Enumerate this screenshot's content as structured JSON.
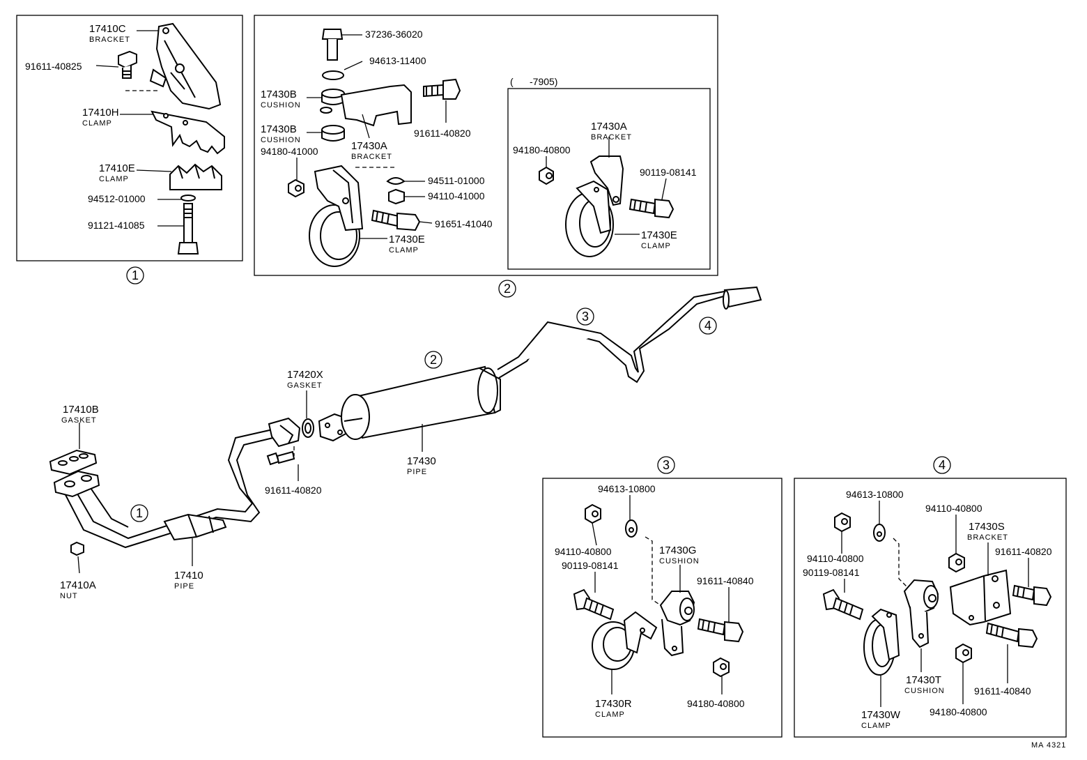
{
  "labels": {
    "p1": {
      "code": "17410C",
      "sub": "BRACKET"
    },
    "p2": "91611-40825",
    "p3": {
      "code": "17410H",
      "sub": "CLAMP"
    },
    "p4": {
      "code": "17410E",
      "sub": "CLAMP"
    },
    "p5": "94512-01000",
    "p6": "91121-41085",
    "p7": "37236-36020",
    "p8": "94613-11400",
    "p9": {
      "code": "17430B",
      "sub": "CUSHION"
    },
    "p10": {
      "code": "17430B",
      "sub": "CUSHION"
    },
    "p11": "91611-40820",
    "p12": {
      "code": "17430A",
      "sub": "BRACKET"
    },
    "p13": "94180-41000",
    "p14": "94511-01000",
    "p15": "94110-41000",
    "p16": "91651-41040",
    "p17": {
      "code": "17430E",
      "sub": "CLAMP"
    },
    "inset_title": "(      -7905)",
    "p18": {
      "code": "17430A",
      "sub": "BRACKET"
    },
    "p19": "94180-40800",
    "p20": "90119-08141",
    "p21": {
      "code": "17430E",
      "sub": "CLAMP"
    },
    "p22": {
      "code": "17420X",
      "sub": "GASKET"
    },
    "p23": {
      "code": "17410B",
      "sub": "GASKET"
    },
    "p24": "91611-40820",
    "p25": {
      "code": "17430",
      "sub": "PIPE"
    },
    "p26": {
      "code": "17410",
      "sub": "PIPE"
    },
    "p27": {
      "code": "17410A",
      "sub": "NUT"
    },
    "p28": "94613-10800",
    "p29": "94110-40800",
    "p30": "90119-08141",
    "p31": {
      "code": "17430G",
      "sub": "CUSHION"
    },
    "p32": "91611-40840",
    "p33": {
      "code": "17430R",
      "sub": "CLAMP"
    },
    "p34": "94180-40800",
    "p35": "94613-10800",
    "p36": "94110-40800",
    "p37": {
      "code": "17430S",
      "sub": "BRACKET"
    },
    "p38": "94110-40800",
    "p39": "90119-08141",
    "p40": "91611-40820",
    "p41": {
      "code": "17430T",
      "sub": "CUSHION"
    },
    "p42": "91611-40840",
    "p43": {
      "code": "17430W",
      "sub": "CLAMP"
    },
    "p44": "94180-40800"
  },
  "callouts": {
    "c1": "1",
    "c2": "2",
    "c3": "3",
    "c4": "4",
    "m1": "1",
    "m2": "2",
    "m3": "3",
    "m4": "4"
  },
  "ref_code": "MA 4321"
}
